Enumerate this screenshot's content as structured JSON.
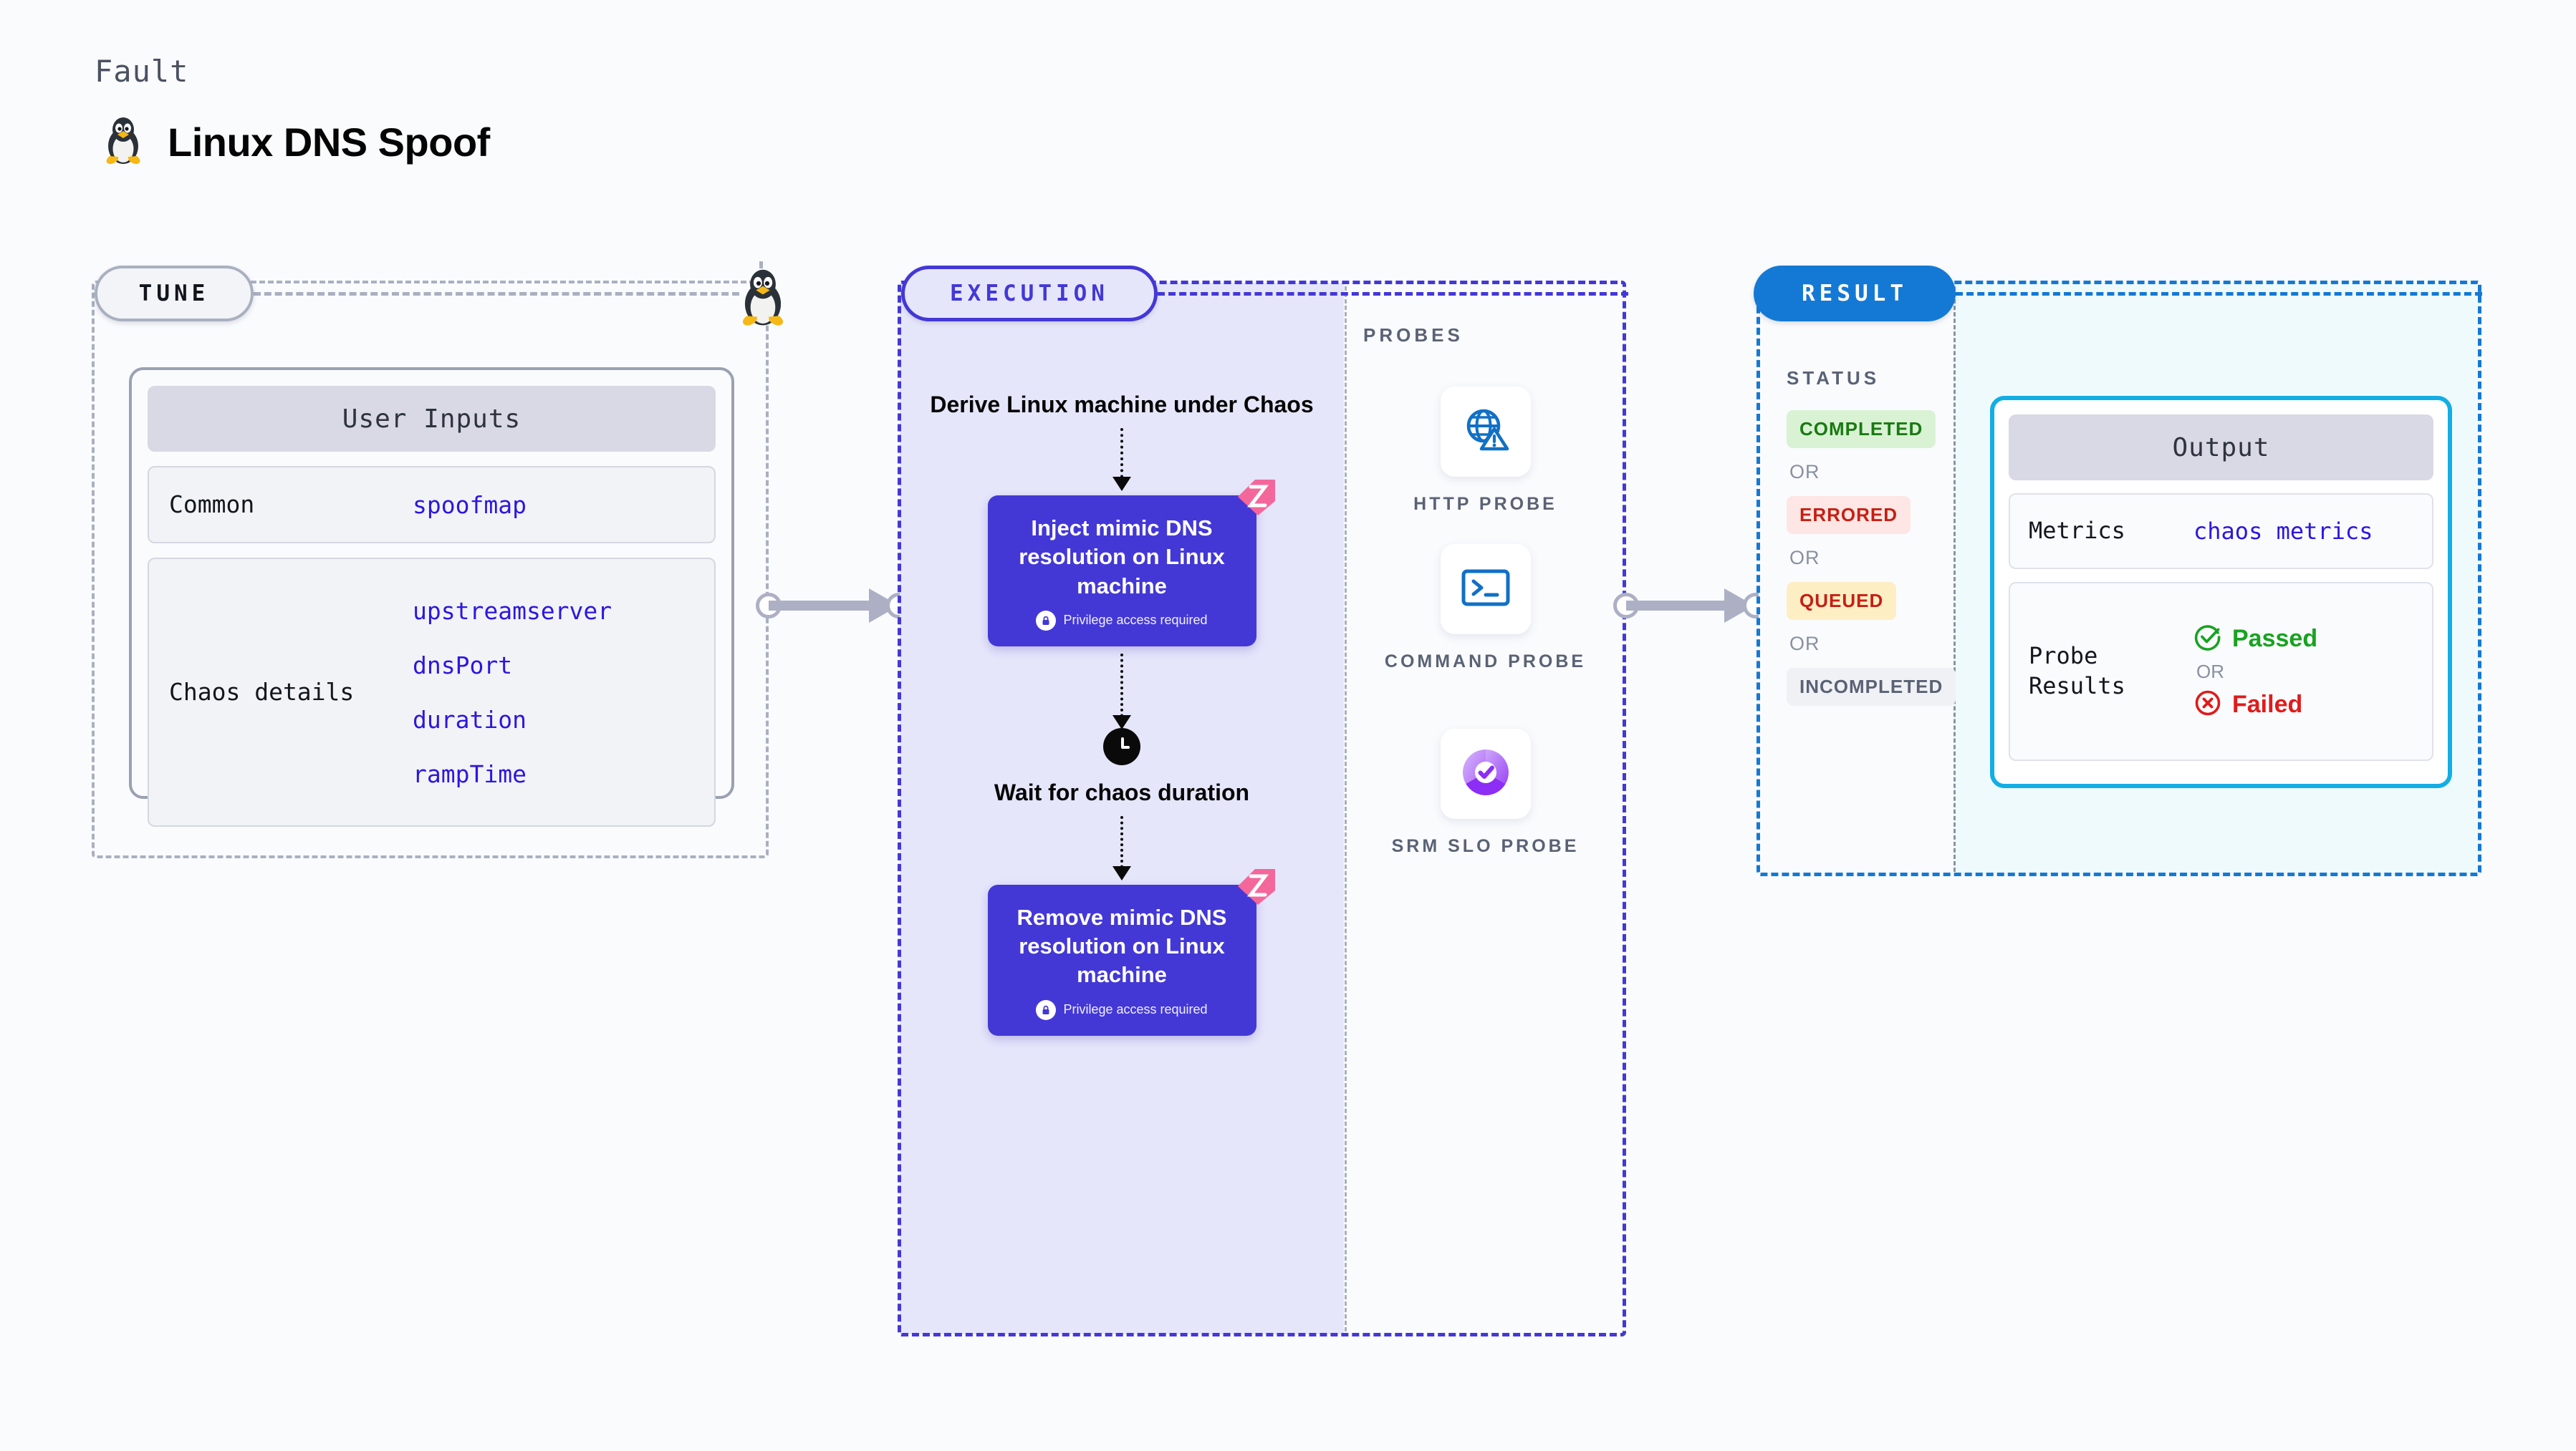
{
  "header": {
    "eyebrow": "Fault",
    "title": "Linux DNS Spoof",
    "icon": "tux-penguin-icon"
  },
  "tune": {
    "badge": "TUNE",
    "card_header": "User Inputs",
    "rows": [
      {
        "label": "Common",
        "values": [
          "spoofmap"
        ]
      },
      {
        "label": "Chaos details",
        "values": [
          "upstreamserver",
          "dnsPort",
          "duration",
          "rampTime"
        ]
      }
    ],
    "edge_icon": "tux-penguin-icon"
  },
  "execution": {
    "badge": "EXECUTION",
    "steps": [
      {
        "kind": "text",
        "label": "Derive Linux machine under Chaos"
      },
      {
        "kind": "card",
        "label": "Inject mimic DNS resolution on Linux machine",
        "note": "Privilege access required",
        "note_icon": "lock-icon",
        "corner_icon": "litmus-flag-icon"
      },
      {
        "kind": "timer",
        "icon": "clock-icon",
        "label": "Wait for chaos duration"
      },
      {
        "kind": "card",
        "label": "Remove mimic DNS resolution on Linux machine",
        "note": "Privilege access required",
        "note_icon": "lock-icon",
        "corner_icon": "litmus-flag-icon"
      }
    ]
  },
  "probes": {
    "title": "PROBES",
    "items": [
      {
        "label": "HTTP PROBE",
        "icon": "globe-warning-icon"
      },
      {
        "label": "COMMAND PROBE",
        "icon": "terminal-icon"
      },
      {
        "label": "SRM SLO PROBE",
        "icon": "slo-donut-check-icon"
      }
    ]
  },
  "result": {
    "badge": "RESULT",
    "status_title": "STATUS",
    "or_label": "OR",
    "statuses": [
      {
        "label": "COMPLETED",
        "color": "#1a7a12",
        "bg": "#d9f2d4"
      },
      {
        "label": "ERRORED",
        "color": "#c51f14",
        "bg": "#fde6e4"
      },
      {
        "label": "QUEUED",
        "color": "#c51f14",
        "bg": "#fdeec4"
      },
      {
        "label": "INCOMPLETED",
        "color": "#5a6275",
        "bg": "#f0f1f5"
      }
    ],
    "output": {
      "card_header": "Output",
      "metrics_label": "Metrics",
      "metrics_value": "chaos metrics",
      "probe_results_label": "Probe Results",
      "passed": {
        "label": "Passed",
        "color": "#17a321",
        "icon": "check-circle-icon"
      },
      "or_label": "OR",
      "failed": {
        "label": "Failed",
        "color": "#e01b1b",
        "icon": "x-circle-icon"
      }
    }
  },
  "connectors": {
    "tune_to_exec": "arrow-right",
    "probes_to_result": "arrow-right"
  },
  "colors": {
    "page_bg": "#fafbfd",
    "indigo": "#4338d6",
    "exec_fill": "#e6e6fb",
    "result_blue": "#1479d4",
    "output_border": "#12aee4",
    "output_fill": "#effafd",
    "mono_blue": "#2b17e0",
    "pink": "#f4679b"
  }
}
